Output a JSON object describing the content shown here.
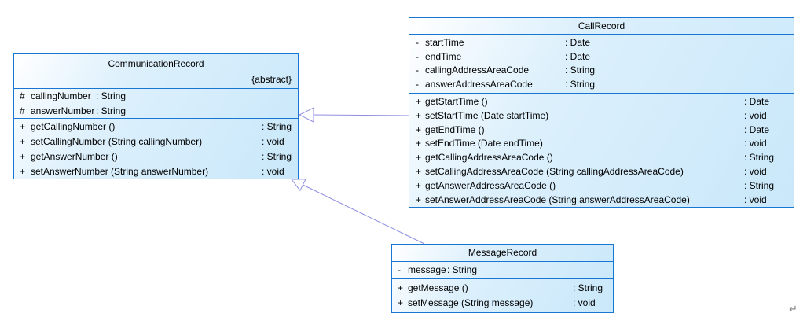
{
  "diagram_type": "uml-class-diagram",
  "colors": {
    "border": "#1776d2",
    "line": "#8d8de0",
    "text": "#000000",
    "mark": "#7b7b7b",
    "fill_start": "#ffffff",
    "fill_mid": "#ddf0fc",
    "fill_end": "#c9e8fa"
  },
  "classes": [
    {
      "name": "CommunicationRecord",
      "stereotype": "{abstract}",
      "attributes": [
        {
          "visibility": "#",
          "name": "callingNumber",
          "type": ": String"
        },
        {
          "visibility": "#",
          "name": "answerNumber",
          "type": ": String"
        }
      ],
      "operations": [
        {
          "visibility": "+",
          "signature": "getCallingNumber ()",
          "type": ": String"
        },
        {
          "visibility": "+",
          "signature": "setCallingNumber (String callingNumber)",
          "type": ": void"
        },
        {
          "visibility": "+",
          "signature": "getAnswerNumber ()",
          "type": ": String"
        },
        {
          "visibility": "+",
          "signature": "setAnswerNumber (String answerNumber)",
          "type": ": void"
        }
      ]
    },
    {
      "name": "CallRecord",
      "stereotype": "",
      "attributes": [
        {
          "visibility": "-",
          "name": "startTime",
          "type": ": Date"
        },
        {
          "visibility": "-",
          "name": "endTime",
          "type": ": Date"
        },
        {
          "visibility": "-",
          "name": "callingAddressAreaCode",
          "type": ": String"
        },
        {
          "visibility": "-",
          "name": "answerAddressAreaCode",
          "type": ": String"
        }
      ],
      "operations": [
        {
          "visibility": "+",
          "signature": "getStartTime ()",
          "type": ": Date"
        },
        {
          "visibility": "+",
          "signature": "setStartTime (Date startTime)",
          "type": ": void"
        },
        {
          "visibility": "+",
          "signature": "getEndTime ()",
          "type": ": Date"
        },
        {
          "visibility": "+",
          "signature": "setEndTime (Date endTime)",
          "type": ": void"
        },
        {
          "visibility": "+",
          "signature": "getCallingAddressAreaCode ()",
          "type": ": String"
        },
        {
          "visibility": "+",
          "signature": "setCallingAddressAreaCode (String callingAddressAreaCode)",
          "type": ": void"
        },
        {
          "visibility": "+",
          "signature": "getAnswerAddressAreaCode ()",
          "type": ": String"
        },
        {
          "visibility": "+",
          "signature": "setAnswerAddressAreaCode (String answerAddressAreaCode)",
          "type": ": void"
        }
      ]
    },
    {
      "name": "MessageRecord",
      "stereotype": "",
      "attributes": [
        {
          "visibility": "-",
          "name": "message",
          "type": ": String"
        }
      ],
      "operations": [
        {
          "visibility": "+",
          "signature": "getMessage ()",
          "type": ": String"
        },
        {
          "visibility": "+",
          "signature": "setMessage (String message)",
          "type": ": void"
        }
      ]
    }
  ],
  "relations": [
    {
      "type": "generalization",
      "from": "CallRecord",
      "to": "CommunicationRecord"
    },
    {
      "type": "generalization",
      "from": "MessageRecord",
      "to": "CommunicationRecord"
    }
  ],
  "page_mark": "↵"
}
